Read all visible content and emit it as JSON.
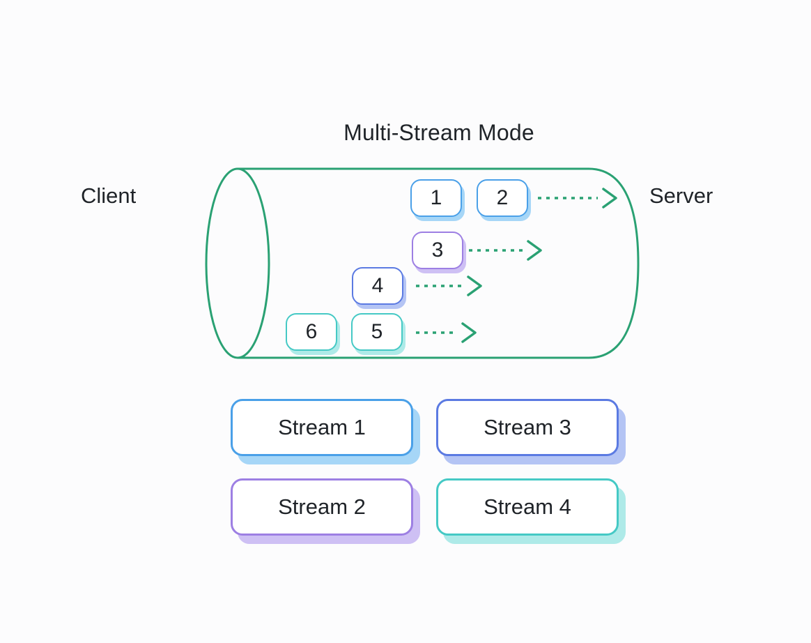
{
  "title": "Multi-Stream Mode",
  "endpoints": {
    "client": "Client",
    "server": "Server"
  },
  "packets": [
    {
      "label": "1",
      "color": "blue",
      "stream": "Stream 1"
    },
    {
      "label": "2",
      "color": "blue",
      "stream": "Stream 1"
    },
    {
      "label": "3",
      "color": "purple",
      "stream": "Stream 2"
    },
    {
      "label": "4",
      "color": "indigo",
      "stream": "Stream 3"
    },
    {
      "label": "6",
      "color": "teal",
      "stream": "Stream 4"
    },
    {
      "label": "5",
      "color": "teal",
      "stream": "Stream 4"
    }
  ],
  "streams": [
    {
      "label": "Stream 1",
      "color": "blue"
    },
    {
      "label": "Stream 3",
      "color": "indigo"
    },
    {
      "label": "Stream 2",
      "color": "purple"
    },
    {
      "label": "Stream 4",
      "color": "teal"
    }
  ],
  "arrows": {
    "count": 4,
    "direction": "right",
    "style": "dashed"
  },
  "colors": {
    "tunnel_green": "#2aa173",
    "arrow_green": "#2aa173",
    "blue_border": "#4aa0e8",
    "blue_shadow": "#a6d6f7",
    "indigo_border": "#5b7ae2",
    "indigo_shadow": "#b4c4f4",
    "purple_border": "#9d7fe3",
    "purple_shadow": "#cec0f4",
    "teal_border": "#45c9c5",
    "teal_shadow": "#aeeae8",
    "text": "#1f2328",
    "background": "#fcfcfd"
  }
}
